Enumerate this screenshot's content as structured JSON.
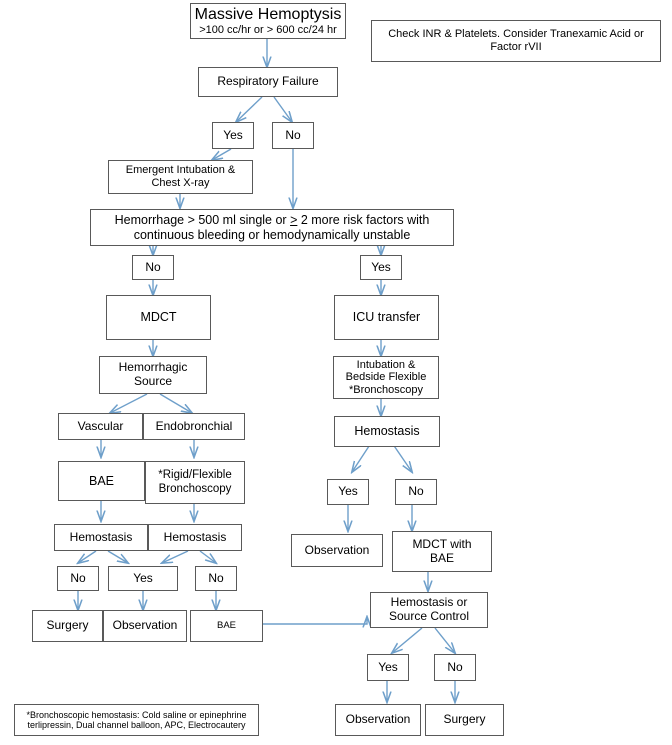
{
  "figure": {
    "title": "Massive Hemoptysis Management Algorithm",
    "accent_line_color": "#6e9fca",
    "box_border_color": "#595959",
    "background": "#ffffff"
  },
  "nodes": {
    "root_title": "Massive Hemoptysis",
    "root_subtitle": ">100 cc/hr or > 600 cc/24 hr",
    "lab_note": "Check INR & Platelets.  Consider Tranexamic Acid or Factor rVII",
    "respiratory_failure": "Respiratory Failure",
    "rf_yes": "Yes",
    "rf_no": "No",
    "emergent_intubation": "Emergent Intubation & Chest X-ray",
    "emergent_intubation_l1": "Emergent Intubation &",
    "emergent_intubation_l2": "Chest X-ray",
    "hemorrhage_l1_a": "Hemorrhage > 500 ml single or ",
    "hemorrhage_l1_b": ">",
    "hemorrhage_l1_c": " 2 more risk factors with",
    "hemorrhage_l2": "continuous bleeding or hemodynamically unstable",
    "hem_no": "No",
    "hem_yes": "Yes",
    "mdct": "MDCT",
    "hemorrhagic_source_l1": "Hemorrhagic",
    "hemorrhagic_source_l2": "Source",
    "vascular": "Vascular",
    "endobronchial": "Endobronchial",
    "bae_left": "BAE",
    "rigid_flexible_l1": "*Rigid/Flexible",
    "rigid_flexible_l2": "Bronchoscopy",
    "hemostasis_left": "Hemostasis",
    "hemostasis_mid": "Hemostasis",
    "left_no_1": "No",
    "left_yes": "Yes",
    "left_no_2": "No",
    "surgery_left": "Surgery",
    "observation_left": "Observation",
    "bae_bottom": "BAE",
    "icu_transfer": "ICU transfer",
    "intubation_bedside_l1": "Intubation &",
    "intubation_bedside_l2": "Bedside Flexible",
    "intubation_bedside_l3": "*Bronchoscopy",
    "hemostasis_right": "Hemostasis",
    "right_yes_1": "Yes",
    "right_no_1": "No",
    "observation_right_1": "Observation",
    "mdct_with_bae_l1": "MDCT with",
    "mdct_with_bae_l2": "BAE",
    "hemostasis_source_l1": "Hemostasis or",
    "hemostasis_source_l2": "Source Control",
    "right_yes_2": "Yes",
    "right_no_2": "No",
    "observation_right_2": "Observation",
    "surgery_right": "Surgery",
    "footnote_l1": "*Bronchoscopic hemostasis:  Cold saline or epinephrine",
    "footnote_l2": "terlipressin, Dual channel balloon, APC, Electrocautery"
  },
  "chart_data": {
    "type": "diagram",
    "title": "Massive Hemoptysis Management Algorithm",
    "edges": [
      {
        "from": "root_title",
        "to": "respiratory_failure",
        "label": ""
      },
      {
        "from": "respiratory_failure",
        "to": "rf_yes",
        "label": "Yes"
      },
      {
        "from": "respiratory_failure",
        "to": "rf_no",
        "label": "No"
      },
      {
        "from": "rf_yes",
        "to": "emergent_intubation",
        "label": ""
      },
      {
        "from": "emergent_intubation",
        "to": "hemorrhage",
        "label": ""
      },
      {
        "from": "rf_no",
        "to": "hemorrhage",
        "label": ""
      },
      {
        "from": "hemorrhage",
        "to": "hem_no",
        "label": "No"
      },
      {
        "from": "hemorrhage",
        "to": "hem_yes",
        "label": "Yes"
      },
      {
        "from": "hem_no",
        "to": "mdct",
        "label": ""
      },
      {
        "from": "mdct",
        "to": "hemorrhagic_source",
        "label": ""
      },
      {
        "from": "hemorrhagic_source",
        "to": "vascular",
        "label": ""
      },
      {
        "from": "hemorrhagic_source",
        "to": "endobronchial",
        "label": ""
      },
      {
        "from": "vascular",
        "to": "bae_left",
        "label": ""
      },
      {
        "from": "endobronchial",
        "to": "rigid_flexible",
        "label": ""
      },
      {
        "from": "bae_left",
        "to": "hemostasis_left",
        "label": ""
      },
      {
        "from": "rigid_flexible",
        "to": "hemostasis_mid",
        "label": ""
      },
      {
        "from": "hemostasis_left",
        "to": "left_no_1",
        "label": "No"
      },
      {
        "from": "hemostasis_left",
        "to": "left_yes",
        "label": "Yes"
      },
      {
        "from": "hemostasis_mid",
        "to": "left_yes",
        "label": "Yes"
      },
      {
        "from": "hemostasis_mid",
        "to": "left_no_2",
        "label": "No"
      },
      {
        "from": "left_no_1",
        "to": "surgery_left",
        "label": ""
      },
      {
        "from": "left_yes",
        "to": "observation_left",
        "label": ""
      },
      {
        "from": "left_no_2",
        "to": "bae_bottom",
        "label": ""
      },
      {
        "from": "bae_bottom",
        "to": "hemostasis_source",
        "label": ""
      },
      {
        "from": "hem_yes",
        "to": "icu_transfer",
        "label": ""
      },
      {
        "from": "icu_transfer",
        "to": "intubation_bedside",
        "label": ""
      },
      {
        "from": "intubation_bedside",
        "to": "hemostasis_right",
        "label": ""
      },
      {
        "from": "hemostasis_right",
        "to": "right_yes_1",
        "label": "Yes"
      },
      {
        "from": "hemostasis_right",
        "to": "right_no_1",
        "label": "No"
      },
      {
        "from": "right_yes_1",
        "to": "observation_right_1",
        "label": ""
      },
      {
        "from": "right_no_1",
        "to": "mdct_with_bae",
        "label": ""
      },
      {
        "from": "mdct_with_bae",
        "to": "hemostasis_source",
        "label": ""
      },
      {
        "from": "hemostasis_source",
        "to": "right_yes_2",
        "label": "Yes"
      },
      {
        "from": "hemostasis_source",
        "to": "right_no_2",
        "label": "No"
      },
      {
        "from": "right_yes_2",
        "to": "observation_right_2",
        "label": ""
      },
      {
        "from": "right_no_2",
        "to": "surgery_right",
        "label": ""
      }
    ]
  }
}
